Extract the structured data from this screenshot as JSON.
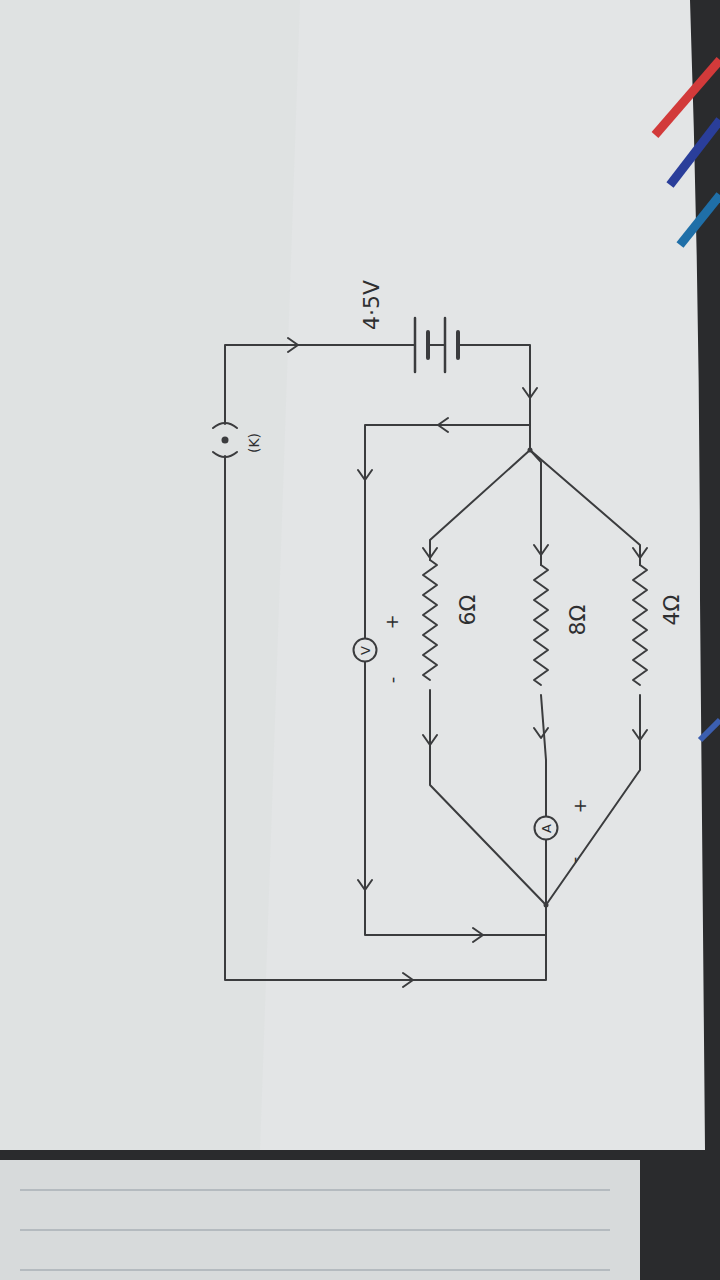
{
  "diagram": {
    "nodes": [
      {
        "text": [
          "A"
        ]
      },
      {
        "text": [
          "V"
        ]
      }
    ],
    "labels": [
      "4Ω",
      "8Ω",
      "6Ω",
      "4·5V",
      "(K)",
      "+",
      "-",
      "+",
      "-"
    ]
  }
}
